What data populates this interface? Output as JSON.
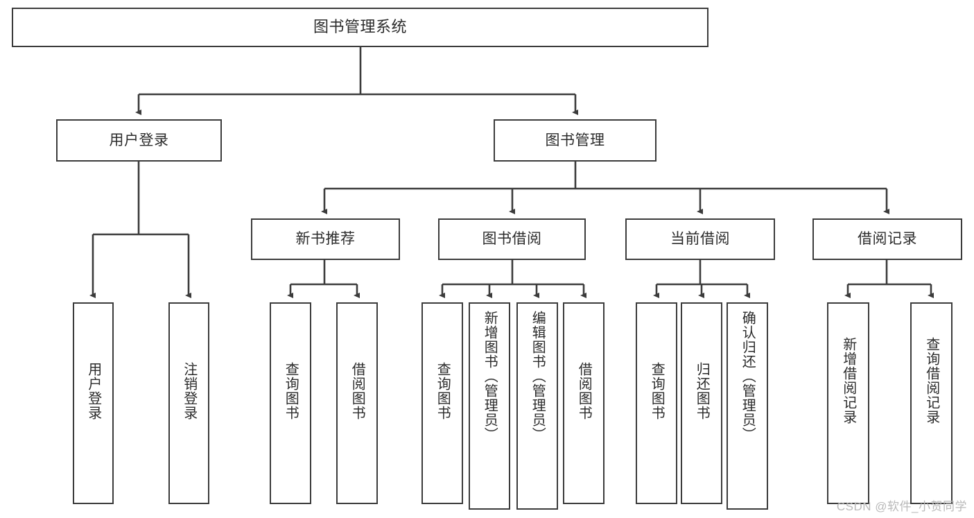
{
  "diagram": {
    "title": "图书管理系统",
    "type": "tree-hierarchy",
    "root": {
      "label": "图书管理系统"
    },
    "level2": [
      {
        "label": "用户登录"
      },
      {
        "label": "图书管理"
      }
    ],
    "level3": [
      {
        "label": "新书推荐"
      },
      {
        "label": "图书借阅"
      },
      {
        "label": "当前借阅"
      },
      {
        "label": "借阅记录"
      }
    ],
    "leaves": {
      "user_login": [
        {
          "label": "用户登录"
        },
        {
          "label": "注销登录"
        }
      ],
      "new_book_recommend": [
        {
          "label": "查询图书"
        },
        {
          "label": "借阅图书"
        }
      ],
      "book_borrow": [
        {
          "label": "查询图书"
        },
        {
          "label": "新增图书（管理员）"
        },
        {
          "label": "编辑图书（管理员）"
        },
        {
          "label": "借阅图书"
        }
      ],
      "current_borrow": [
        {
          "label": "查询图书"
        },
        {
          "label": "归还图书"
        },
        {
          "label": "确认归还（管理员）"
        }
      ],
      "borrow_record": [
        {
          "label": "新增借阅记录"
        },
        {
          "label": "查询借阅记录"
        }
      ]
    },
    "watermark": "CSDN @软件_小贺同学",
    "colors": {
      "stroke": "#3b3b3b",
      "text": "#2b2b2b",
      "background": "#ffffff",
      "watermark": "#b9b9b9"
    }
  }
}
